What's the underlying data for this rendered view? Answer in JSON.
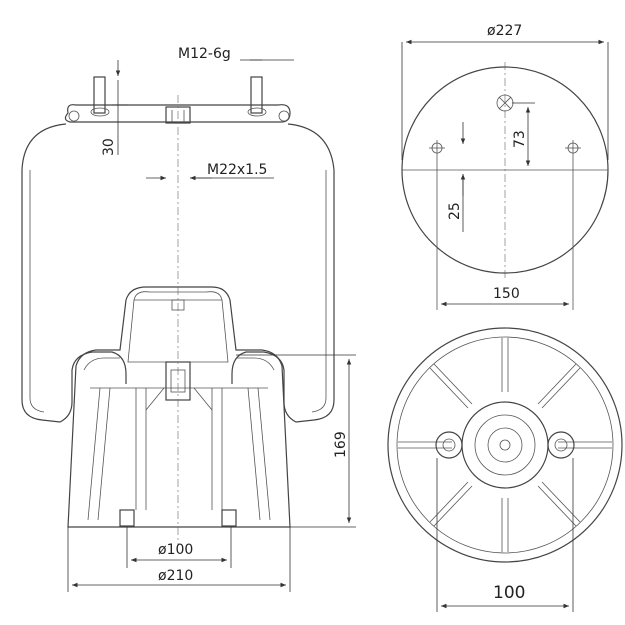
{
  "labels": {
    "thread_top": "M12-6g",
    "dim_30": "30",
    "thread_center": "M22x1.5",
    "dim_169": "169",
    "dia_100": "ø100",
    "dia_210": "ø210",
    "dia_227": "ø227",
    "dim_73": "73",
    "dim_25": "25",
    "dim_150": "150",
    "dim_100": "100"
  }
}
